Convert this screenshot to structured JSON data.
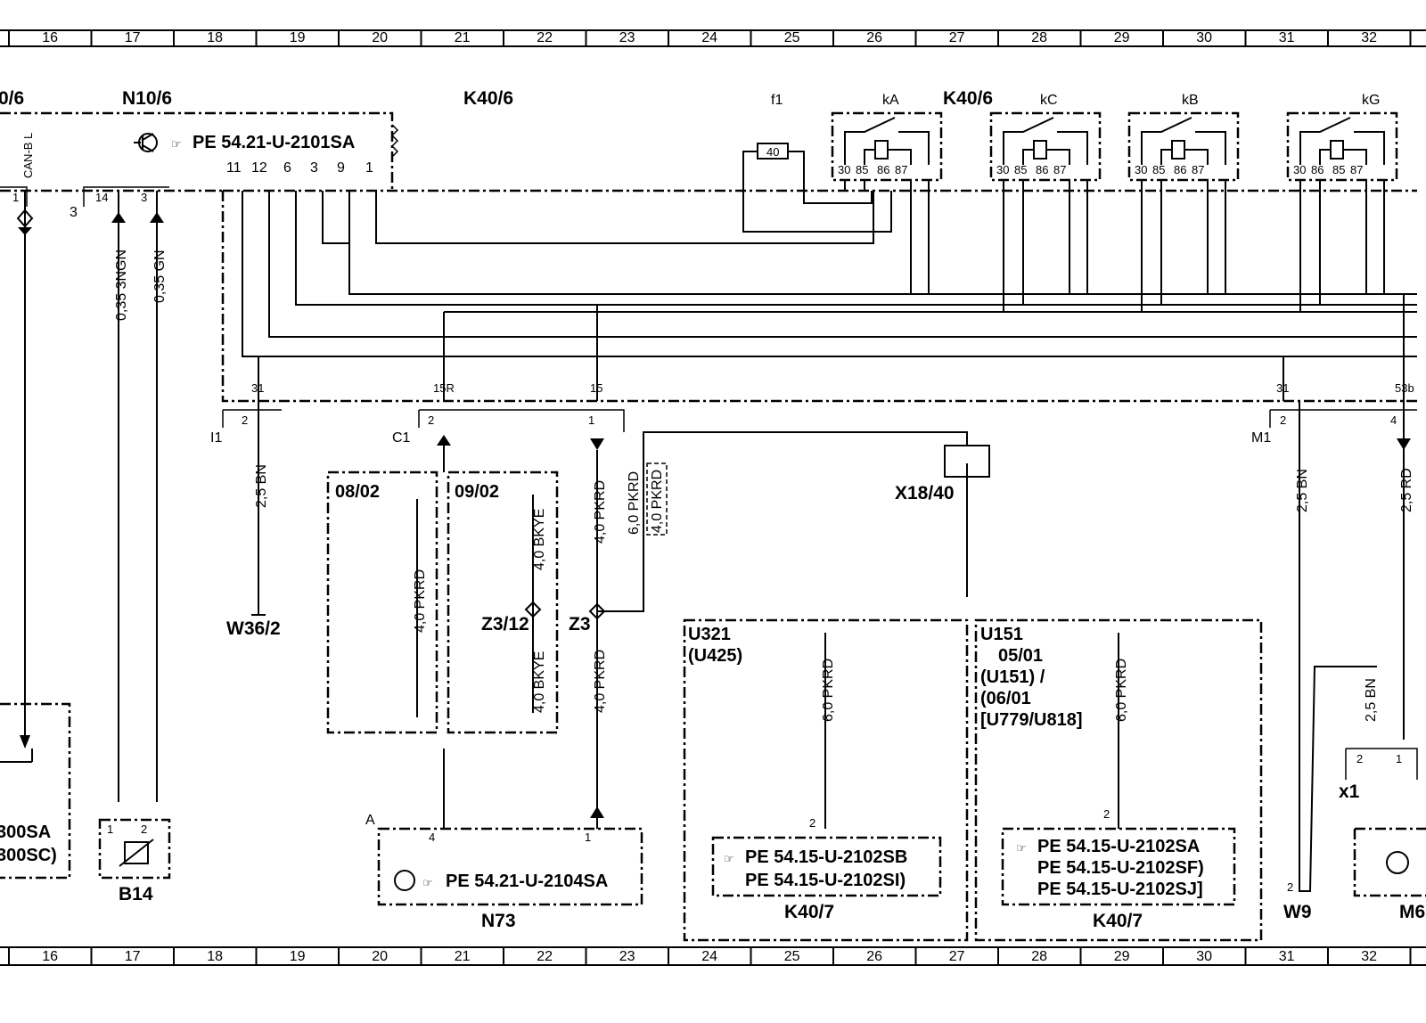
{
  "grid_numbers": [
    "16",
    "17",
    "18",
    "19",
    "20",
    "21",
    "22",
    "23",
    "24",
    "25",
    "26",
    "27",
    "28",
    "29",
    "30",
    "31",
    "32"
  ],
  "components": {
    "n10_6_left": "0/6",
    "n10_6": "N10/6",
    "k40_6_a": "K40/6",
    "k40_6_b": "K40/6",
    "f1": "f1",
    "ka": "kA",
    "kc": "kC",
    "kb": "kB",
    "kg": "kG",
    "fuse_value": "40",
    "can_label": "CAN-B L",
    "w36_2": "W36/2",
    "z3_12": "Z3/12",
    "z3": "Z3",
    "x18_40": "X18/40",
    "b14": "B14",
    "n73": "N73",
    "k40_7_a": "K40/7",
    "k40_7_b": "K40/7",
    "w9": "W9",
    "x1": "x1",
    "m6": "M6",
    "c1": "C1",
    "i1": "I1",
    "m1": "M1",
    "conn3": "3",
    "a_label": "A",
    "left_ref_1": "300SA",
    "left_ref_2": "300SC)"
  },
  "refs": {
    "n10_6_ref": "PE  54.21-U-2101SA",
    "n73_ref": "PE  54.21-U-2104SA",
    "k40_7a_ref1": "PE  54.15-U-2102SB",
    "k40_7a_ref2": "PE  54.15-U-2102SI)",
    "k40_7b_ref1": "PE  54.15-U-2102SA",
    "k40_7b_ref2": "PE  54.15-U-2102SF)",
    "k40_7b_ref3": "PE  54.15-U-2102SJ]"
  },
  "variants": {
    "v0802": "08/02",
    "v0902": "09/02",
    "u321": "U321",
    "u425": "(U425)",
    "u151": "U151",
    "v0501": "05/01",
    "u151b": "(U151) /",
    "v0601": "(06/01",
    "u779": "[U779/U818]"
  },
  "wires": {
    "w035_3ngn": "0,35  3NGN",
    "w035_gn": "0,35  GN",
    "w25bn_a": "2,5  BN",
    "w25bn_b": "2,5  BN",
    "w25bn_c": "2,5  BN",
    "w25rd": "2,5  RD",
    "w40pkrd_a": "4,0  PKRD",
    "w40pkrd_b": "4,0  PKRD",
    "w40pkrd_c": "4,0  PKRD",
    "w40pkrd_d": "4,0  PKRD",
    "w60pkrd_a": "6,0  PKRD",
    "w60pkrd_b": "6,0  PKRD",
    "w60pkrd_c": "6,0  PKRD",
    "w40bkye_a": "4,0  BKYE",
    "w40bkye_b": "4,0  BKYE"
  },
  "pins": {
    "p11": "11",
    "p12": "12",
    "p6": "6",
    "p3": "3",
    "p9": "9",
    "p1": "1",
    "p31a": "31",
    "p15r": "15R",
    "p15": "15",
    "p31b": "31",
    "p53b": "53b",
    "c_1a": "1",
    "c_14": "14",
    "c_3": "3",
    "c_2a": "2",
    "c_2b": "2",
    "c_1b": "1",
    "c_2c": "2",
    "c_4": "4",
    "n73_4": "4",
    "n73_1": "1",
    "k7a_2": "2",
    "k7b_2": "2",
    "b14_1": "1",
    "b14_2": "2",
    "w9_2": "2",
    "x1_2": "2",
    "x1_1": "1",
    "ka_30": "30",
    "ka_85": "85",
    "ka_86": "86",
    "ka_87": "87",
    "kc_30": "30",
    "kc_85": "85",
    "kc_86": "86",
    "kc_87": "87",
    "kb_30": "30",
    "kb_85": "85",
    "kb_86": "86",
    "kb_87": "87",
    "kg_30": "30",
    "kg_86": "86",
    "kg_85": "85",
    "kg_87": "87"
  }
}
